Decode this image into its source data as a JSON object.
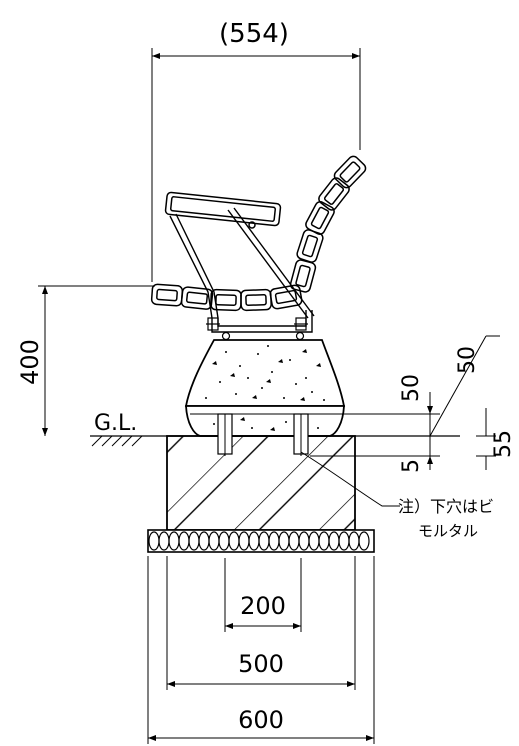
{
  "dimensions": {
    "overall_width": "(554)",
    "seat_height": "400",
    "ground_label": "G.L.",
    "dim_50_a": "50",
    "dim_50_b": "50",
    "dim_55": "55",
    "dim_5": "5",
    "bolt_spacing": "200",
    "foundation_width": "500",
    "gravel_width": "600"
  },
  "note": {
    "line1": "注）下穴はビ",
    "line2": "モルタル"
  }
}
